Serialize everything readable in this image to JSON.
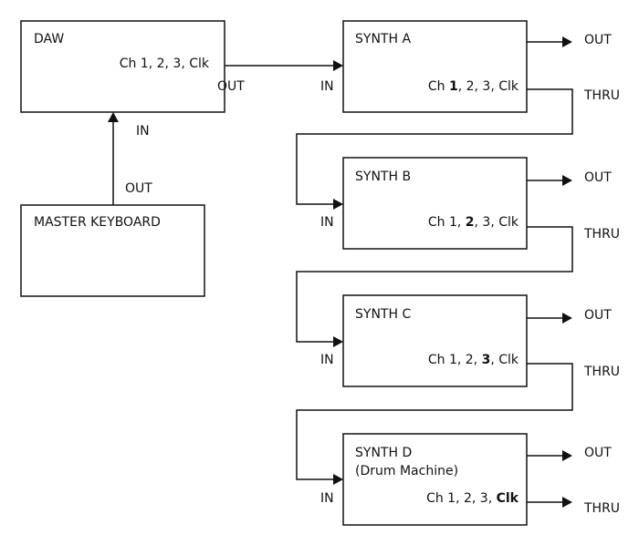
{
  "daw": {
    "title": "DAW",
    "channels": "Ch 1, 2, 3, Clk"
  },
  "master_keyboard": {
    "title": "MASTER KEYBOARD"
  },
  "ports": {
    "in": "IN",
    "out": "OUT",
    "thru": "THRU"
  },
  "synths": [
    {
      "title": "SYNTH A",
      "subtitle": "",
      "ch_pre": "Ch ",
      "ch_bold": "1",
      "ch_post": ", 2, 3, Clk"
    },
    {
      "title": "SYNTH B",
      "subtitle": "",
      "ch_pre": "Ch 1, ",
      "ch_bold": "2",
      "ch_post": ", 3, Clk"
    },
    {
      "title": "SYNTH C",
      "subtitle": "",
      "ch_pre": "Ch 1, 2, ",
      "ch_bold": "3",
      "ch_post": ", Clk"
    },
    {
      "title": "SYNTH D",
      "subtitle": "(Drum Machine)",
      "ch_pre": "Ch 1, 2, 3, ",
      "ch_bold": "Clk",
      "ch_post": ""
    }
  ]
}
